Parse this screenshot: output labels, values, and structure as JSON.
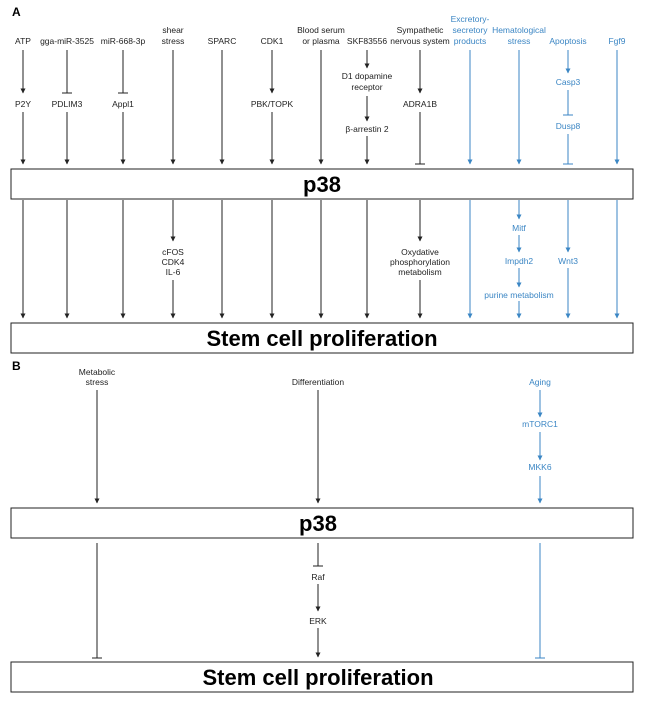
{
  "panel_a": {
    "label": "A",
    "p38": "p38",
    "stem": "Stem cell proliferation",
    "top": [
      [
        "ATP"
      ],
      [
        "gga-miR-3525"
      ],
      [
        "miR-668-3p"
      ],
      [
        "shear",
        "stress"
      ],
      [
        "SPARC"
      ],
      [
        "CDK1"
      ],
      [
        "Blood serum",
        "or plasma"
      ],
      [
        "SKF83556"
      ],
      [
        "Sympathetic",
        "nervous system"
      ],
      [
        "Excretory-",
        "secretory",
        "products"
      ],
      [
        "Hematological",
        "stress"
      ],
      [
        "Apoptosis"
      ],
      [
        "Fgf9"
      ]
    ],
    "mid": {
      "p2y": "P2Y",
      "pdlim3": "PDLIM3",
      "appl1": "Appl1",
      "pbk": "PBK/TOPK",
      "d1": [
        "D1 dopamine",
        "receptor"
      ],
      "barr": "β-arrestin 2",
      "adra": "ADRA1B",
      "casp3": "Casp3",
      "dusp8": "Dusp8"
    },
    "bottom": {
      "cfos": [
        "cFOS",
        "CDK4",
        "IL-6"
      ],
      "oxy": [
        "Oxydative",
        "phosphorylation",
        "metabolism"
      ],
      "mitf": "Mitf",
      "impdh2": "Impdh2",
      "purine": "purine metabolism",
      "wnt3": "Wnt3"
    }
  },
  "panel_b": {
    "label": "B",
    "p38": "p38",
    "stem": "Stem cell proliferation",
    "metabolic": [
      "Metabolic",
      "stress"
    ],
    "differentiation": "Differentiation",
    "aging": "Aging",
    "mtorc1": "mTORC1",
    "mkk6": "MKK6",
    "raf": "Raf",
    "erk": "ERK"
  },
  "colors": {
    "black": "#222222",
    "blue": "#3b86c4"
  }
}
